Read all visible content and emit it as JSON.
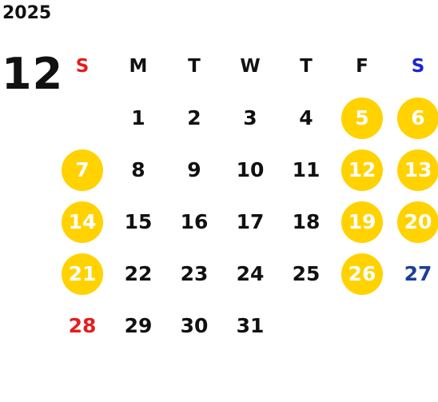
{
  "calendar": {
    "year": "2025",
    "month": "12",
    "weekdays": [
      {
        "label": "S",
        "color": "#e51d1d"
      },
      {
        "label": "M",
        "color": "#111111"
      },
      {
        "label": "T",
        "color": "#111111"
      },
      {
        "label": "W",
        "color": "#111111"
      },
      {
        "label": "T",
        "color": "#111111"
      },
      {
        "label": "F",
        "color": "#111111"
      },
      {
        "label": "S",
        "color": "#1b24d6"
      }
    ],
    "weeks": [
      [
        null,
        {
          "day": "1"
        },
        {
          "day": "2"
        },
        {
          "day": "3"
        },
        {
          "day": "4"
        },
        {
          "day": "5",
          "highlight": true
        },
        {
          "day": "6",
          "highlight": true
        }
      ],
      [
        {
          "day": "7",
          "highlight": true
        },
        {
          "day": "8"
        },
        {
          "day": "9"
        },
        {
          "day": "10"
        },
        {
          "day": "11"
        },
        {
          "day": "12",
          "highlight": true
        },
        {
          "day": "13",
          "highlight": true
        }
      ],
      [
        {
          "day": "14",
          "highlight": true
        },
        {
          "day": "15"
        },
        {
          "day": "16"
        },
        {
          "day": "17"
        },
        {
          "day": "18"
        },
        {
          "day": "19",
          "highlight": true
        },
        {
          "day": "20",
          "highlight": true
        }
      ],
      [
        {
          "day": "21",
          "highlight": true
        },
        {
          "day": "22"
        },
        {
          "day": "23"
        },
        {
          "day": "24"
        },
        {
          "day": "25"
        },
        {
          "day": "26",
          "highlight": true
        },
        {
          "day": "27",
          "color": "#1d3f97"
        }
      ],
      [
        {
          "day": "28",
          "color": "#e51d1d"
        },
        {
          "day": "29"
        },
        {
          "day": "30"
        },
        {
          "day": "31"
        },
        null,
        null,
        null
      ]
    ],
    "colors": {
      "highlight_bg": "#ffd200",
      "highlight_text": "#ffffff",
      "default_text": "#111111"
    }
  }
}
